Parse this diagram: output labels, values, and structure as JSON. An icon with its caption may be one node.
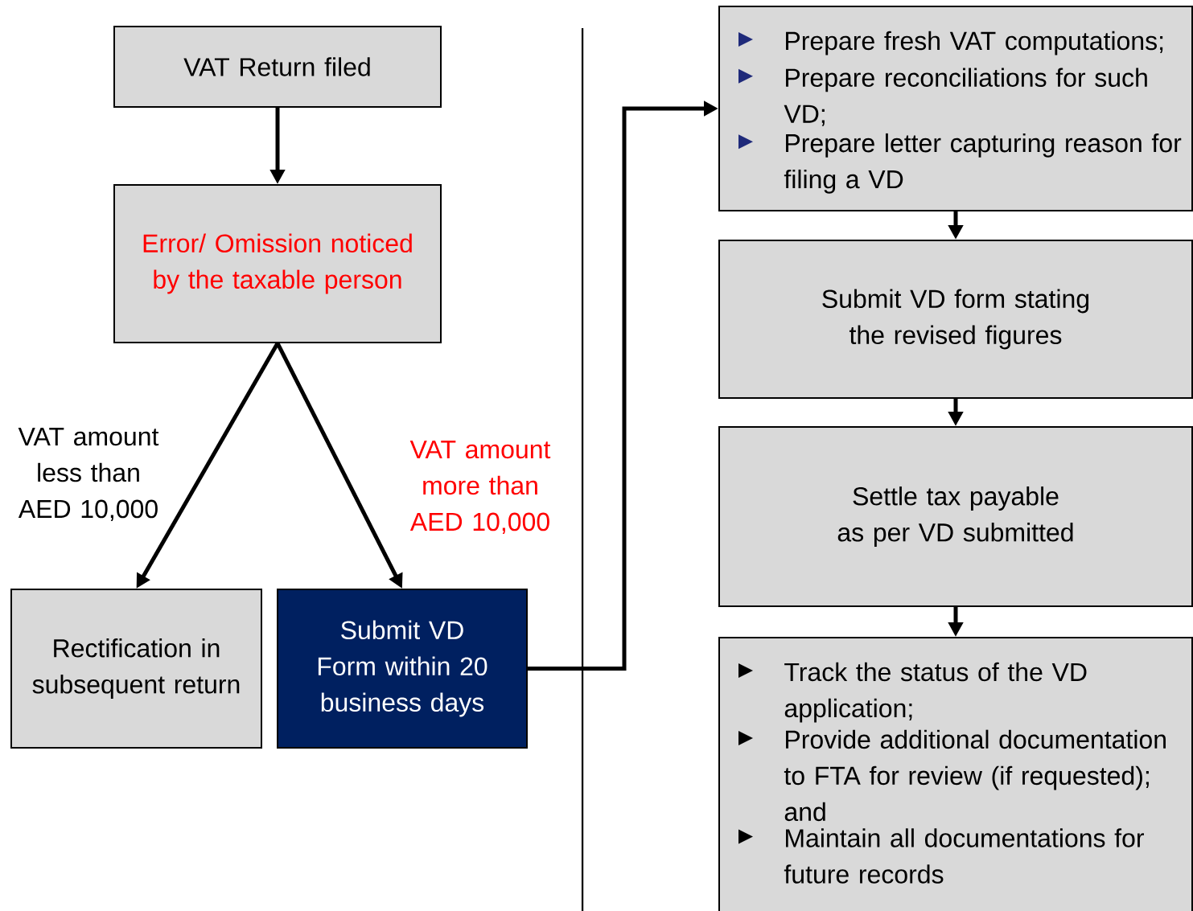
{
  "diagram": {
    "nodes": [
      {
        "text": [
          "VAT Return filed"
        ]
      },
      {
        "text": [
          "Error/ Omission noticed by the taxable person"
        ]
      },
      {
        "text": [
          "Rectification in subsequent return"
        ]
      },
      {
        "text": [
          "Submit VD Form within 20 business days"
        ]
      },
      {
        "text": [
          "Prepare fresh VAT computations;",
          "Prepare reconciliations for such VD;",
          "Prepare letter capturing reason for filing a VD"
        ]
      },
      {
        "text": [
          "Submit VD form stating the revised figures"
        ]
      },
      {
        "text": [
          "Settle tax payable as per VD submitted"
        ]
      },
      {
        "text": [
          "Track the status of the VD application;",
          "Provide additional documentation to FTA for review (if requested); and",
          "Maintain all documentations for future records"
        ]
      }
    ],
    "edges": [
      {
        "from": 0,
        "to": 1,
        "arrow": "to"
      },
      {
        "from": 1,
        "to": 2,
        "arrow": "to",
        "label": "VAT amount less than AED 10,000"
      },
      {
        "from": 1,
        "to": 3,
        "arrow": "to",
        "label": "VAT amount more than AED 10,000"
      },
      {
        "from": 3,
        "to": 4,
        "arrow": "to"
      },
      {
        "from": 4,
        "to": 5,
        "arrow": "to"
      },
      {
        "from": 5,
        "to": 6,
        "arrow": "to"
      },
      {
        "from": 6,
        "to": 7,
        "arrow": "to"
      }
    ]
  }
}
